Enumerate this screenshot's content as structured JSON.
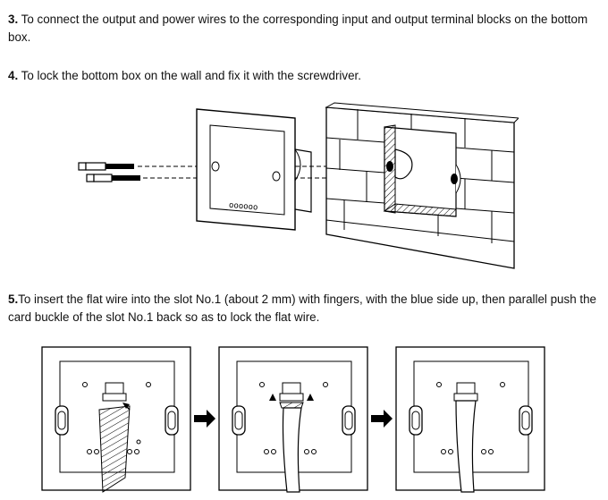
{
  "step3": {
    "number": "3.",
    "text": " To connect the output and power wires to the corresponding input and output terminal blocks on the bottom box."
  },
  "step4": {
    "number": "4.",
    "text": " To lock the bottom box on the wall and fix it with the screwdriver."
  },
  "step5": {
    "number": "5.",
    "text": "To insert the flat wire into the slot No.1 (about 2 mm) with fingers, with the blue side up, then parallel push the card buckle of the slot No.1 back so as to lock the flat wire."
  },
  "figure_wall": {
    "terminal_label": "oooooo"
  }
}
